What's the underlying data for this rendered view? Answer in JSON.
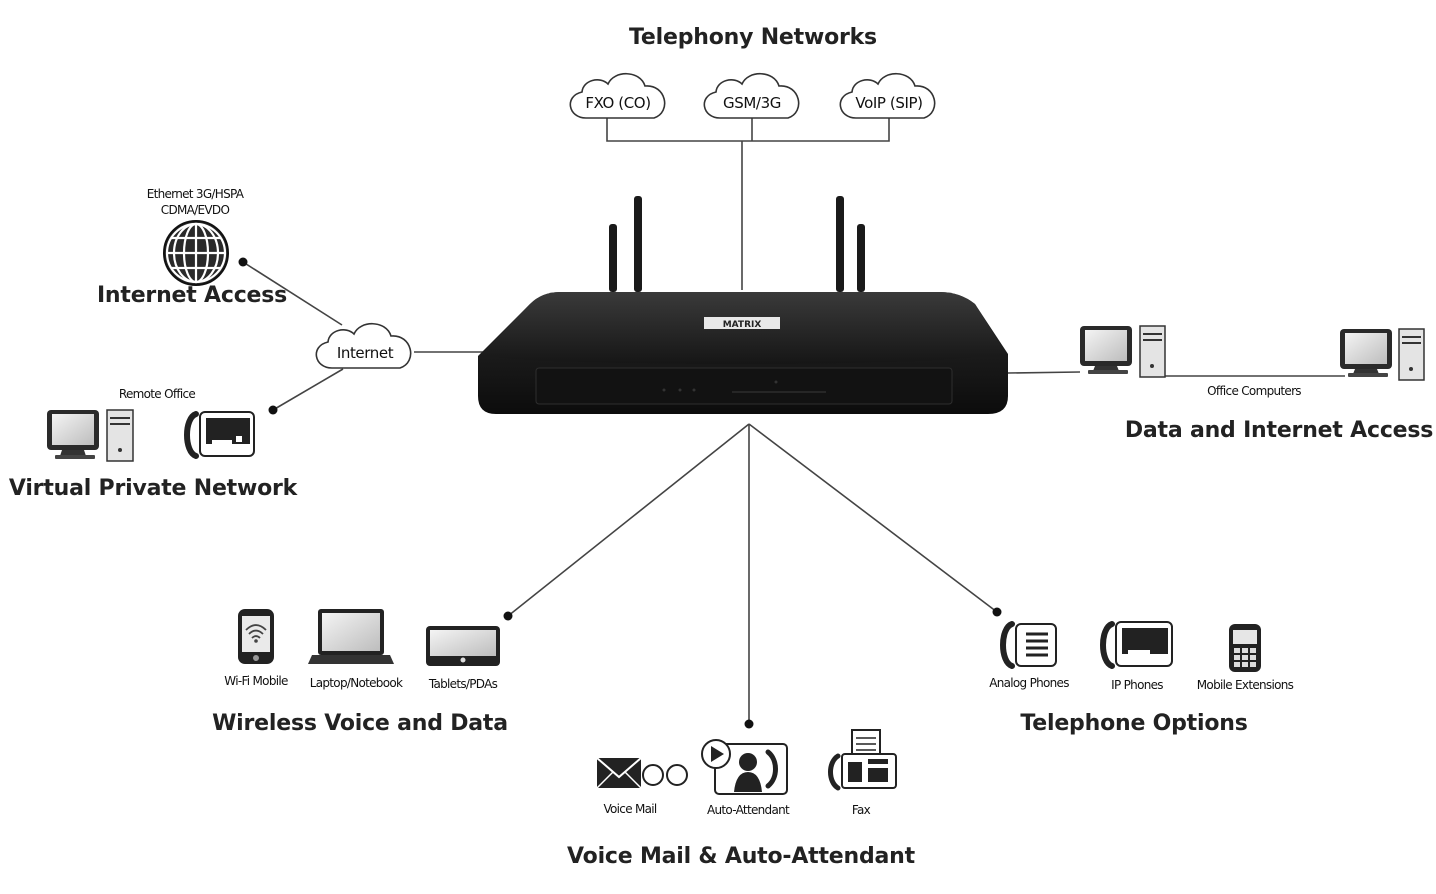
{
  "telephony": {
    "title": "Telephony Networks",
    "clouds": [
      "FXO (CO)",
      "GSM/3G",
      "VoIP (SIP)"
    ]
  },
  "internet_access": {
    "title": "Internet Access",
    "caption_line1": "Ethernet 3G/HSPA",
    "caption_line2": "CDMA/EVDO"
  },
  "internet_cloud": "Internet",
  "vpn": {
    "title": "Virtual Private Network",
    "caption": "Remote Office"
  },
  "data_access": {
    "title": "Data and Internet Access",
    "caption": "Office Computers"
  },
  "wireless": {
    "title": "Wireless Voice and Data",
    "items": [
      "Wi-Fi Mobile",
      "Laptop/Notebook",
      "Tablets/PDAs"
    ]
  },
  "voicemail": {
    "title": "Voice Mail & Auto-Attendant",
    "items": [
      "Voice Mail",
      "Auto-Attendant",
      "Fax"
    ]
  },
  "telephone_options": {
    "title": "Telephone Options",
    "items": [
      "Analog Phones",
      "IP Phones",
      "Mobile Extensions"
    ]
  },
  "device": {
    "brand": "MATRIX"
  },
  "colors": {
    "line": "#444444",
    "device_body": "#1c1c1c",
    "heading": "#222222"
  }
}
